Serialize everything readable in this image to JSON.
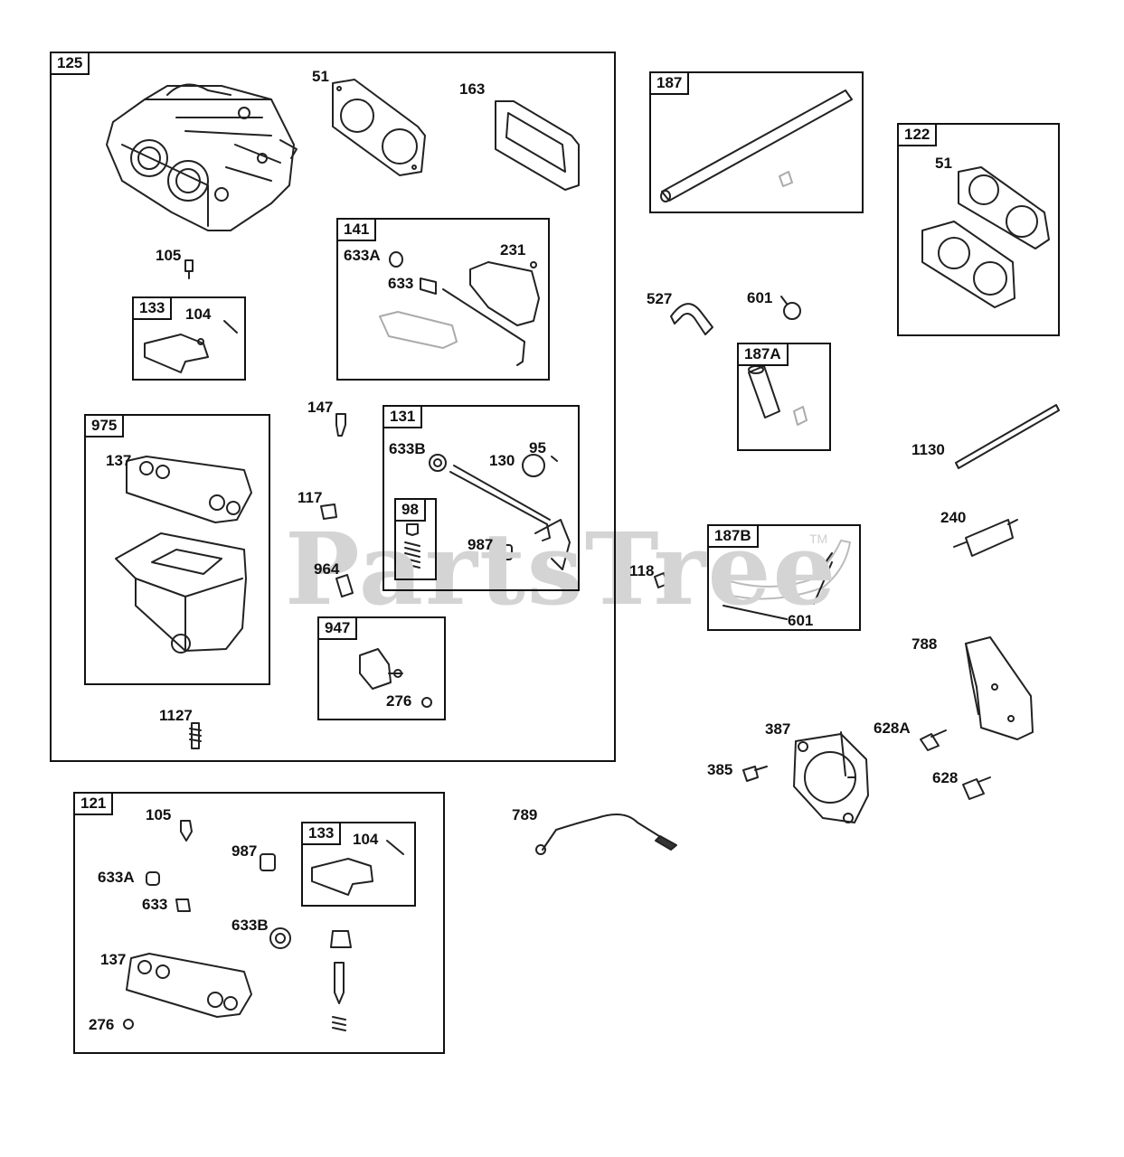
{
  "watermark": {
    "text": "PartsTree",
    "trademark": "TM"
  },
  "groups": {
    "g125": "125",
    "g141": "141",
    "g133a": "133",
    "g975": "975",
    "g131": "131",
    "g98": "98",
    "g947": "947",
    "g121": "121",
    "g133b": "133",
    "g187": "187",
    "g122": "122",
    "g187a": "187A",
    "g187b": "187B"
  },
  "parts": {
    "p51a": "51",
    "p163": "163",
    "p105a": "105",
    "p104a": "104",
    "p633a1": "633A",
    "p231": "231",
    "p633_1": "633",
    "p147": "147",
    "p137a": "137",
    "p633b1": "633B",
    "p130": "130",
    "p95": "95",
    "p117": "117",
    "p987a": "987",
    "p964": "964",
    "p276a": "276",
    "p1127": "1127",
    "p105b": "105",
    "p987b": "987",
    "p104b": "104",
    "p633a2": "633A",
    "p633_2": "633",
    "p633b2": "633B",
    "p137b": "137",
    "p276b": "276",
    "p51b": "51",
    "p527": "527",
    "p601a": "601",
    "p1130": "1130",
    "p240": "240",
    "p118": "118",
    "p601b": "601",
    "p788": "788",
    "p387": "387",
    "p628a": "628A",
    "p385": "385",
    "p628": "628",
    "p789": "789"
  }
}
